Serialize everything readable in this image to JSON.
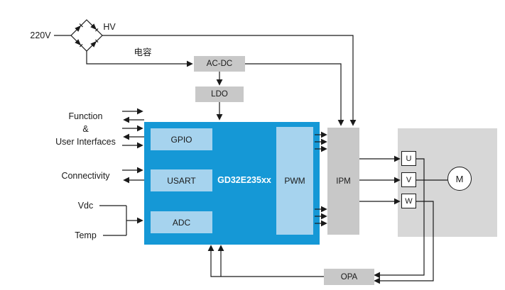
{
  "diagram": {
    "labels": {
      "voltage": "220V",
      "hv": "HV",
      "capacitor": "电容",
      "function": "Function",
      "amp": "&",
      "user_interfaces": "User Interfaces",
      "connectivity": "Connectivity",
      "vdc": "Vdc",
      "temp": "Temp"
    },
    "blocks": {
      "acdc": "AC-DC",
      "ldo": "LDO",
      "mcu": "GD32E235xx",
      "gpio": "GPIO",
      "usart": "USART",
      "adc": "ADC",
      "pwm": "PWM",
      "ipm": "IPM",
      "opa": "OPA",
      "phase_u": "U",
      "phase_v": "V",
      "phase_w": "W",
      "motor": "M"
    },
    "colors": {
      "mcu_blue": "#1598d6",
      "inner_blue": "#a6d3ee",
      "block_gray": "#c8c8c8",
      "panel_gray": "#d7d7d7",
      "wire": "#1a1a1a"
    }
  }
}
